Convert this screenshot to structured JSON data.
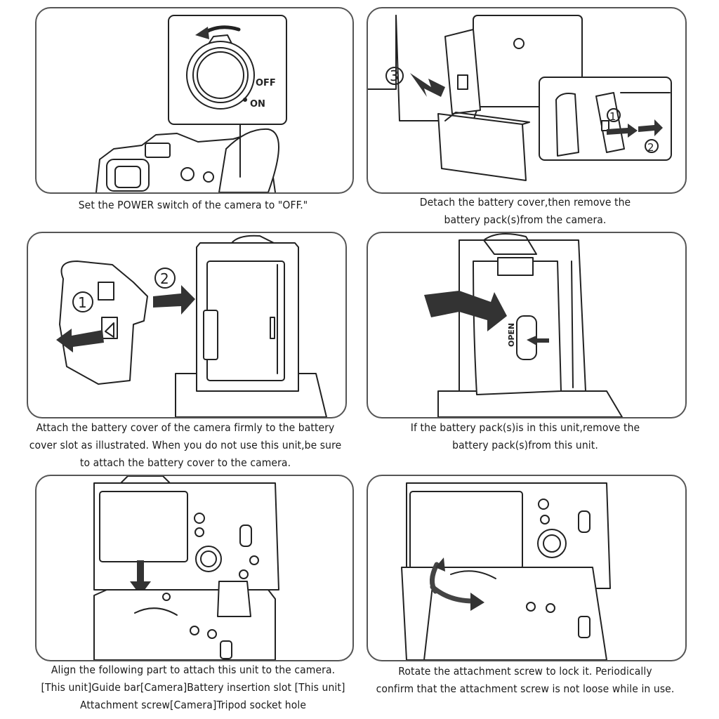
{
  "steps": [
    {
      "caption": [
        "Set the POWER switch of the camera to \"OFF.\""
      ],
      "labels": {
        "off": "OFF",
        "on": "ON"
      }
    },
    {
      "caption": [
        "Detach the battery cover,then remove the",
        "battery pack(s)from the camera."
      ],
      "labels": {
        "n3": "3",
        "n1": "1",
        "n2": "2"
      }
    },
    {
      "caption": [
        "Attach the battery cover of the camera firmly to the battery",
        "cover slot as illustrated. When you do not use this unit,be sure",
        "to attach the battery cover to the camera."
      ],
      "labels": {
        "n1": "1",
        "n2": "2"
      }
    },
    {
      "caption": [
        "If the battery pack(s)is in this unit,remove the",
        "battery pack(s)from this unit."
      ],
      "labels": {
        "open": "OPEN"
      }
    },
    {
      "caption": [
        "Align the following part to attach this unit to the camera.",
        "[This unit]Guide bar[Camera]Battery insertion slot [This unit]",
        "Attachment screw[Camera]Tripod socket hole"
      ],
      "labels": {}
    },
    {
      "caption": [
        "Rotate the attachment screw to lock it. Periodically",
        "confirm that the attachment screw is not loose while in use."
      ],
      "labels": {}
    }
  ]
}
